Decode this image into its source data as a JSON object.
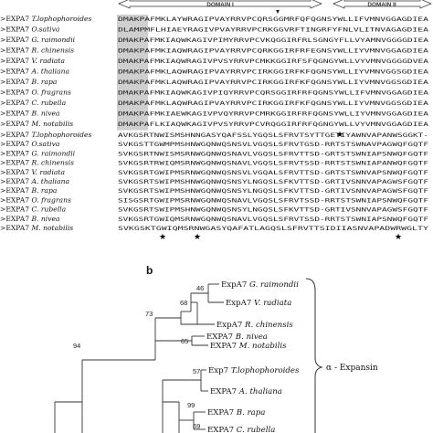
{
  "domains": [
    "DOMAIN I",
    "DOMAIN II"
  ],
  "alignment": {
    "block1": [
      {
        "prefix": ">EXPA7",
        "species": "T.lophophoroides",
        "seq": "DMAKPAFMKLAYWRAGIPVAYRRVPCQRSGGMRFQFQGNSYWLLIFVMNVGGAGDIEA"
      },
      {
        "prefix": ">EXPA7",
        "species": "O.sativa",
        "seq": "DLAMPMFLHIAEYRAGIVPVAYRRVPCRKGGVRFTINGRFYFNLVLITNVAGAGDIEA"
      },
      {
        "prefix": ">EXPA7",
        "species": "G. raimondii",
        "seq": "DMAKPAFMKIAQWKAGIVPIMYRRVPCVKQGGIRFRLSGNGYFLLVYAMNVGGGGDIEA"
      },
      {
        "prefix": ">EXPA7",
        "species": "R. chinensis",
        "seq": "DMAKPAFMKIAQWRAGIPVAYRRVPCQRKGGIRFRFEGNSYWLLIYVMNVGGAGDIEA"
      },
      {
        "prefix": ">EXPA7",
        "species": "V. radiata",
        "seq": "DMAKPAFMKIAQWRAGIVPVSYRRVPCMKKGGIRFSFQGNGYWLLVYVMNVGGGGDVEA"
      },
      {
        "prefix": ">EXPA7",
        "species": "A. thaliana",
        "seq": "DMAKPAFMKLAQWRAGIPVAYRRVPCIRKGGIRFKFQGNSYWLLIYVMNVGGSGDIEA"
      },
      {
        "prefix": ">EXPA7",
        "species": "B. rapa",
        "seq": "DMAKPAFMKLAQWRAGIPVAYRRVPCIRKGGIRFKFQGNSYWLLIYVMNVGGSGDIEA"
      },
      {
        "prefix": ">EXPA7",
        "species": "O. fragrans",
        "seq": "DMAKPAFMKIAQWKAGIVPIQYRRVPCQRSGGIRFRFQGNSYWLLIFVMNVGGAGDIEA"
      },
      {
        "prefix": ">EXPA7",
        "species": "C. rubella",
        "seq": "DMAKPAFMKLAQWRAGIPVAYRRVPCIRKGGIRFKFQGNSYWLLIYVMNVGGSGDIEA"
      },
      {
        "prefix": ">EXPA7",
        "species": "B. nivea",
        "seq": "DMAKPAFMKIAEWKAGIVPVQYRRVPCMRKGGIRFRFQGNSYWLLIYVMNVGGAGDIEA"
      },
      {
        "prefix": ">EXPA7",
        "species": "M. notabilis",
        "seq": "DMAKPAFLKIAQWKAGIVPVSYRRVPCVRQGGIRFRFQGNGYWLLVYVMNVGGAGDIEA"
      }
    ],
    "block2": [
      {
        "prefix": ">EXPA7",
        "species": "T.lophophoroides",
        "seq": "AVKGSRTNWISMSHNNGASYQAFSSLYGQSLSFRVTSYTTGETIYAWNVAPANWSGGKT-"
      },
      {
        "prefix": ">EXPA7",
        "species": "O.sativa",
        "seq": "SVKGSTTGWMPMSHNWGQNWQSNSVLVGQSLSFRVTGSD-RRTSTSWNAVPAGWQFGQTF"
      },
      {
        "prefix": ">EXPA7",
        "species": "G. raimondii",
        "seq": "SVKGSRTNWISMSRNWGQNWQSNAVLVGQSLSFRVTTSD-GRTSTSWNIAPSNWQFGQTF"
      },
      {
        "prefix": ">EXPA7",
        "species": "R. chinensis",
        "seq": "SVKGSRTRWIQMSRNWGQNWQSNAVLVGQSLSFRVTSSD-RRTSTSWNIAPANWQFGQTF"
      },
      {
        "prefix": ">EXPA7",
        "species": "V. radiata",
        "seq": "SVKGSRTGWIPMSRNWGQNWQSNSVLVGQALSFRVTTSD-GRTSTSWNVAPSNWQFGQTF"
      },
      {
        "prefix": ">EXPA7",
        "species": "A. thaliana",
        "seq": "SVKGSRTSWIPMSHNWGQNWQSNSYLNGQSLSFKVTTSD-GRTIVSNNVAPAGWSFGQTF"
      },
      {
        "prefix": ">EXPA7",
        "species": "B. rapa",
        "seq": "SVKGSRTSWIPMSHNWGQNWQSNSYLNGQSLSFKVTTSD-GRTIVSNNVAPAGWSFGQTF"
      },
      {
        "prefix": ">EXPA7",
        "species": "O. fragrans",
        "seq": "SISGSRTGWIPMSRNWGQNWQSNAVLVGQSLSFRVTSSD-RRTSTSWNIAPSNWQFGQTF"
      },
      {
        "prefix": ">EXPA7",
        "species": "C. rubella",
        "seq": "SVKGSRTSWIPMSHNWGQNWQSNSYLNGQSLSFKVTTSD-GRTIVSNNVAPAGWSFGQTF"
      },
      {
        "prefix": ">EXPA7",
        "species": "B. nivea",
        "seq": "SVKGSRTGWIQMSRNWGQNWQSNAVLVGQSLSFRVTSSD-RRTSTSWNIAPSNWQFGQTF"
      },
      {
        "prefix": ">EXPA7",
        "species": "M. notabilis",
        "seq": "SVKGSKTGWIQMSRNWGASYQAFATLAGQSLSFRVTTSIDIIASNVAPADWRWGLTY"
      }
    ]
  },
  "panel_b": {
    "label": "b",
    "leaves": [
      {
        "prefix": "ExpA7",
        "species": "G. raimondii"
      },
      {
        "prefix": "ExpA7",
        "species": "V. radiata"
      },
      {
        "prefix": "ExpA7",
        "species": "R. chinensis"
      },
      {
        "prefix": "EXPA7",
        "species": "B. nivea"
      },
      {
        "prefix": "EXPA7",
        "species": "M. notabilis"
      },
      {
        "prefix": "Exp7",
        "species": "T.lophophoroides"
      },
      {
        "prefix": "EXPA7",
        "species": "A. thaliana"
      },
      {
        "prefix": "EXPA7",
        "species": "B. rapa"
      },
      {
        "prefix": "EXPA7",
        "species": "C. rubella"
      }
    ],
    "bootstrap": [
      "46",
      "68",
      "73",
      "94",
      "65",
      "57",
      "99",
      "69"
    ],
    "clade_label": "α - Expansin"
  }
}
